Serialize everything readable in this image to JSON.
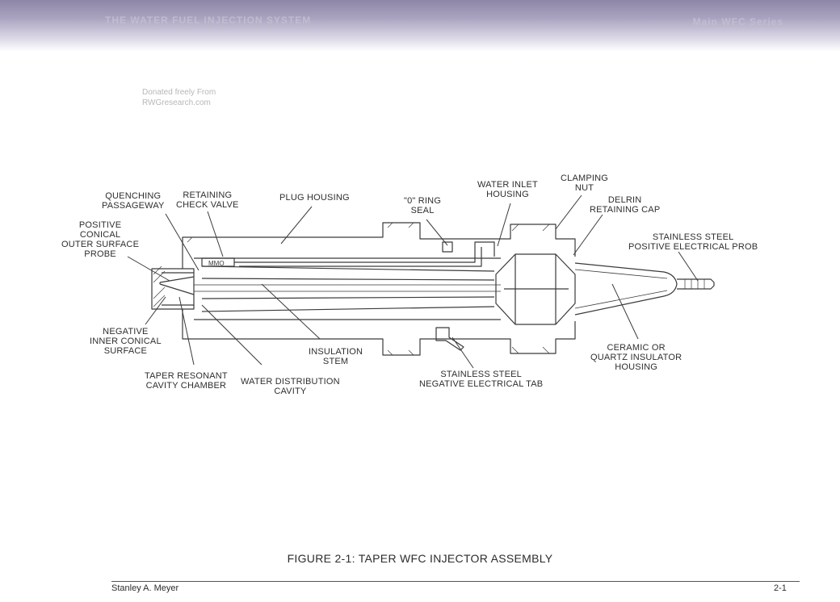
{
  "header": {
    "left_text": "THE WATER FUEL INJECTION SYSTEM",
    "right_text": "Main WFC Series"
  },
  "watermark": {
    "line1": "Donated freely From",
    "line2": "RWGresearch.com"
  },
  "diagram": {
    "stamp_text": "MMO",
    "labels": {
      "quenching": [
        "QUENCHING",
        "PASSAGEWAY"
      ],
      "retaining_check_valve": [
        "RETAINING",
        "CHECK VALVE"
      ],
      "plug_housing": [
        "PLUG HOUSING"
      ],
      "o_ring_seal": [
        "\"0\" RING",
        "SEAL"
      ],
      "water_inlet_housing": [
        "WATER INLET",
        "HOUSING"
      ],
      "clamping_nut": [
        "CLAMPING",
        "NUT"
      ],
      "delrin_retaining_cap": [
        "DELRIN",
        "RETAINING CAP"
      ],
      "positive_conical": [
        "POSITIVE",
        "CONICAL",
        "OUTER SURFACE",
        "PROBE"
      ],
      "stainless_positive": [
        "STAINLESS STEEL",
        "POSITIVE ELECTRICAL PROB"
      ],
      "negative_inner": [
        "NEGATIVE",
        "INNER CONICAL",
        "SURFACE"
      ],
      "insulation_stem": [
        "INSULATION",
        "STEM"
      ],
      "ceramic_insulator": [
        "CERAMIC OR",
        "QUARTZ  INSULATOR",
        "HOUSING"
      ],
      "taper_resonant": [
        "TAPER RESONANT",
        "CAVITY CHAMBER"
      ],
      "water_distribution": [
        "WATER DISTRIBUTION",
        "CAVITY"
      ],
      "stainless_negative": [
        "STAINLESS STEEL",
        "NEGATIVE ELECTRICAL TAB"
      ]
    }
  },
  "caption": "FIGURE 2-1: TAPER  WFC INJECTOR ASSEMBLY",
  "footer": {
    "author": "Stanley A. Meyer",
    "page_number": "2-1"
  }
}
